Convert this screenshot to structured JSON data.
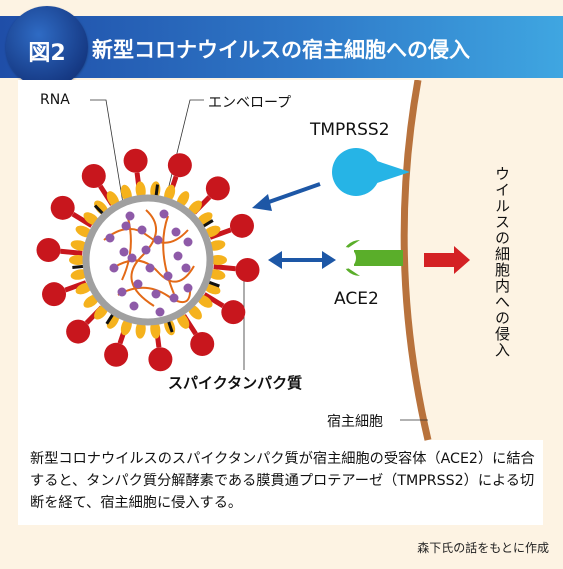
{
  "title": {
    "badge": "図2",
    "text": "新型コロナウイルスの宿主細胞への侵入"
  },
  "labels": {
    "rna": "RNA",
    "envelope": "エンベロープ",
    "tmprss2": "TMPRSS2",
    "ace2": "ACE2",
    "spike": "スパイクタンパク質",
    "host_cell": "宿主細胞",
    "cell_entry": "ウイルスの細胞内への侵入"
  },
  "caption": "新型コロナウイルスのスパイクタンパク質が宿主細胞の受容体（ACE2）に結合すると、タンパク質分解酵素である膜貫通プロテアーゼ（TMPRSS2）による切断を経て、宿主細胞に侵入する。",
  "source": "森下氏の話をもとに作成",
  "colors": {
    "title_gradient_start": "#1f4ea8",
    "title_gradient_end": "#3fa6e1",
    "background": "#fdf3e3",
    "spike": "#c8161d",
    "envelope_protein": "#f5b21d",
    "membrane": "#a0a0a0",
    "rna_line": "#e36a17",
    "rna_bead": "#8e5aa8",
    "cell_membrane": "#b8723c",
    "tmprss2": "#26b4e6",
    "ace2": "#5aae2a",
    "arrow_blue": "#1d57a6",
    "arrow_red": "#d42124"
  }
}
